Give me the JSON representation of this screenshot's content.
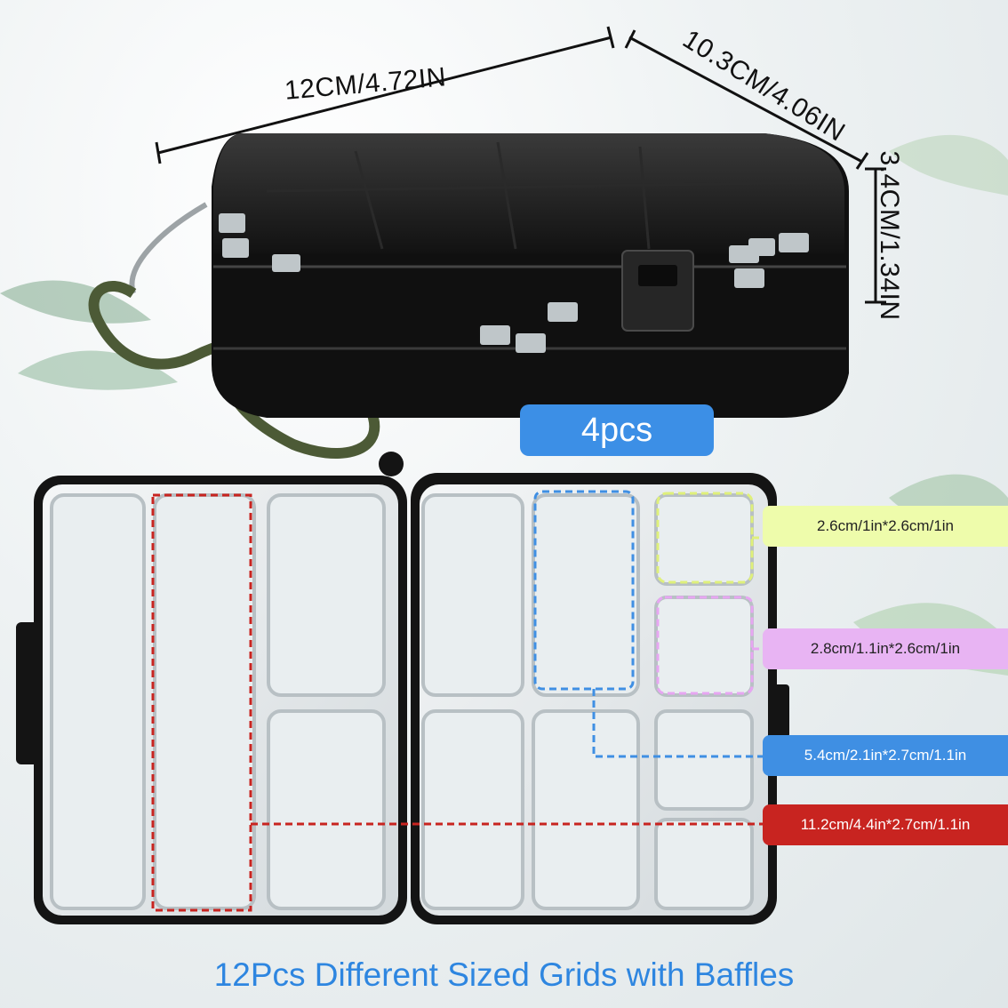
{
  "dimensions": {
    "length": "12CM/4.72IN",
    "width": "10.3CM/4.06IN",
    "height": "3.4CM/1.34IN"
  },
  "quantity_badge": "4pcs",
  "grid_labels": [
    {
      "text": "2.6cm/1in*2.6cm/1in",
      "color": "#eefcab"
    },
    {
      "text": "2.8cm/1.1in*2.6cm/1in",
      "color": "#e8b4f3"
    },
    {
      "text": "5.4cm/2.1in*2.7cm/1.1in",
      "color": "#3f8fe3"
    },
    {
      "text": "11.2cm/4.4in*2.7cm/1.1in",
      "color": "#c82420"
    }
  ],
  "caption": "12Pcs Different Sized Grids with Baffles",
  "colors": {
    "case": "#1b1b1b",
    "accent_blue": "#3c8fe6",
    "caption_blue": "#2e86e0"
  }
}
